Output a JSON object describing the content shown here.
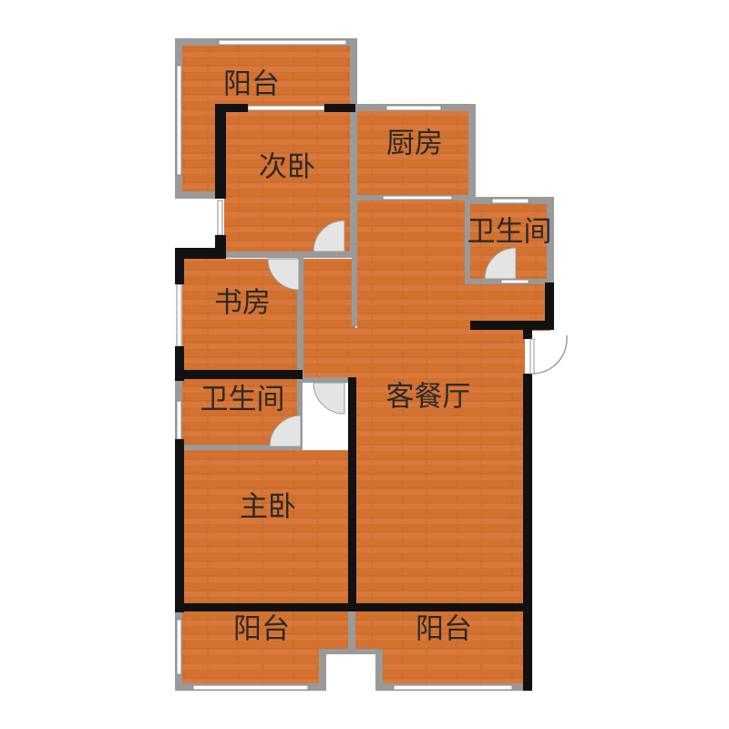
{
  "floorplan": {
    "rooms": [
      {
        "id": "balcony-top",
        "label": "阳台"
      },
      {
        "id": "secondary-bedroom",
        "label": "次卧"
      },
      {
        "id": "kitchen",
        "label": "厨房"
      },
      {
        "id": "bathroom-east",
        "label": "卫生间"
      },
      {
        "id": "study",
        "label": "书房"
      },
      {
        "id": "bathroom-west",
        "label": "卫生间"
      },
      {
        "id": "living-dining",
        "label": "客餐厅"
      },
      {
        "id": "master-bedroom",
        "label": "主卧"
      },
      {
        "id": "balcony-bottom-left",
        "label": "阳台"
      },
      {
        "id": "balcony-bottom-right",
        "label": "阳台"
      }
    ],
    "colors": {
      "floor_wood": "#d9783a",
      "floor_grain": "#c86a2e",
      "wall_bearing": "#111111",
      "wall_partition": "#9a9a9a",
      "door_swing": "#d6d6d6"
    }
  }
}
